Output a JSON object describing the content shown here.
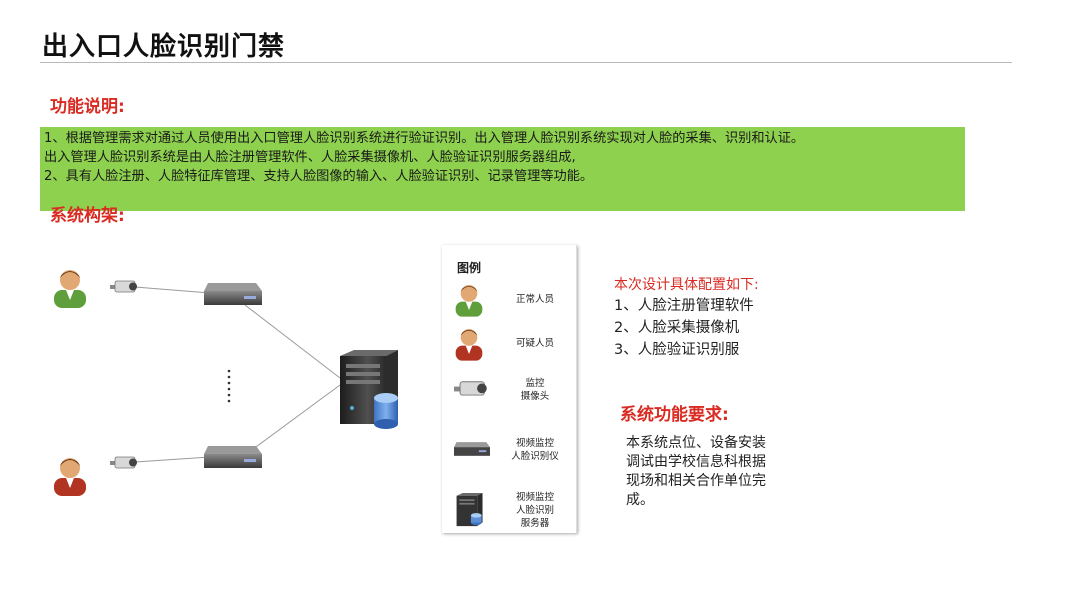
{
  "page": {
    "title": "出入口人脸识别门禁"
  },
  "function_section": {
    "heading": "功能说明:",
    "lines": [
      "1、根据管理需求对通过人员使用出入口管理人脸识别系统进行验证识别。出入管理人脸识别系统实现对人脸的采集、识别和认证。",
      "出入管理人脸识别系统是由人脸注册管理软件、人脸采集摄像机、人脸验证识别服务器组成,",
      "2、具有人脸注册、人脸特征库管理、支持人脸图像的输入、人脸验证识别、记录管理等功能。"
    ],
    "box_color": "#8ed14e"
  },
  "architecture_section": {
    "heading": "系统构架:"
  },
  "legend": {
    "title": "图例",
    "items": [
      {
        "icon": "normal-person-icon",
        "label": "正常人员"
      },
      {
        "icon": "suspicious-person-icon",
        "label": "可疑人员"
      },
      {
        "icon": "camera-icon",
        "label": "监控\n摄像头"
      },
      {
        "icon": "face-recognizer-icon",
        "label": "视频监控\n人脸识别仪"
      },
      {
        "icon": "server-icon",
        "label": "视频监控\n人脸识别\n服务器"
      }
    ]
  },
  "config": {
    "heading": "本次设计具体配置如下:",
    "items": [
      "1、人脸注册管理软件",
      "2、人脸采集摄像机",
      "3、人脸验证识别服"
    ]
  },
  "requirements": {
    "heading": "系统功能要求:",
    "text": "本系统点位、设备安装调试由学校信息科根据现场和相关合作单位完成。"
  },
  "colors": {
    "accent_red": "#d92b22",
    "green": "#8ed14e"
  }
}
